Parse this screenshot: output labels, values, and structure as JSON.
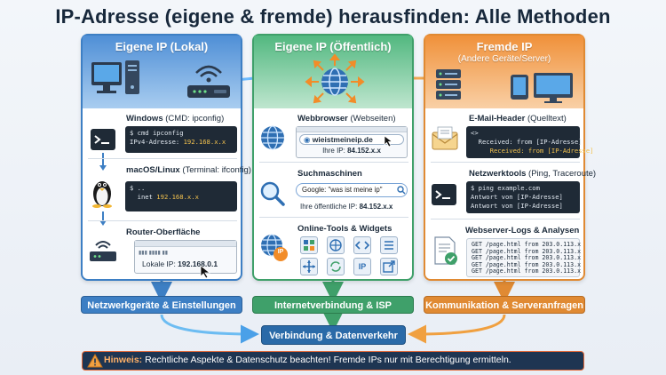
{
  "title": "IP-Adresse (eigene & fremde) herausfinden: Alle Methoden",
  "columns": {
    "local": {
      "title": "Eigene IP (Lokal)",
      "sections": {
        "windows": {
          "title": "Windows",
          "note": "(CMD: ipconfig)",
          "line1": "$ cmd ipconfig",
          "line2_label": "IPv4-Adresse: ",
          "line2_value": "192.168.x.x"
        },
        "mac": {
          "title": "macOS/Linux",
          "note": "(Terminal: ifconfig)",
          "line1": "$ ..",
          "line2_label": "inet ",
          "line2_value": "192.168.x.x"
        },
        "router": {
          "title": "Router-Oberfläche",
          "label": "Lokale IP: ",
          "value": "192.168.0.1"
        }
      }
    },
    "public": {
      "title": "Eigene IP (Öffentlich)",
      "sections": {
        "browser": {
          "title": "Webbrowser",
          "note": "(Webseiten)",
          "url": "wieistmeineip.de",
          "ip_label": "Ihre IP: ",
          "ip_value": "84.152.x.x"
        },
        "search": {
          "title": "Suchmaschinen",
          "query": "Google: \"was ist meine ip\"",
          "result_label": "Ihre öffentliche IP: ",
          "result_value": "84.152.x.x"
        },
        "tools": {
          "title": "Online-Tools & Widgets",
          "badge": "IP",
          "tile_ip": "IP"
        }
      }
    },
    "foreign": {
      "title": "Fremde IP",
      "subtitle": "(Andere Geräte/Server)",
      "sections": {
        "email": {
          "title": "E-Mail-Header",
          "note": "(Quelltext)",
          "line0": "<>",
          "line1": "Received: from [IP-Adresse]",
          "line2": "Received: from [IP-Adresse]"
        },
        "nettools": {
          "title": "Netzwerktools",
          "note": "(Ping, Traceroute)",
          "line1": "$ ping example.com",
          "line2": "Antwort von [IP-Adresse]",
          "line3": "Antwort von [IP-Adresse]"
        },
        "logs": {
          "title": "Webserver-Logs & Analysen",
          "lines": [
            "GET /page.html from 203.0.113.x",
            "GET /page.html from 203.0.113.x",
            "GET /page.html from 203.0.113.x",
            "GET /page.html from 203.0.113.x",
            "GET /page.html from 203.0.113.x"
          ]
        }
      }
    }
  },
  "bottom": {
    "local": "Netzwerkgeräte & Einstellungen",
    "public": "Internetverbindung & ISP",
    "foreign": "Kommunikation & Serveranfragen",
    "center": "Verbindung & Datenverkehr"
  },
  "hint": {
    "label": "Hinweis:",
    "text": " Rechtliche Aspekte & Datenschutz beachten! Fremde IPs nur mit Berechtigung ermitteln."
  },
  "colors": {
    "blue": "#3d7fc4",
    "green": "#3fa06a",
    "orange": "#e08a33",
    "dark": "#1e3552",
    "warning": "#e56a3a"
  }
}
